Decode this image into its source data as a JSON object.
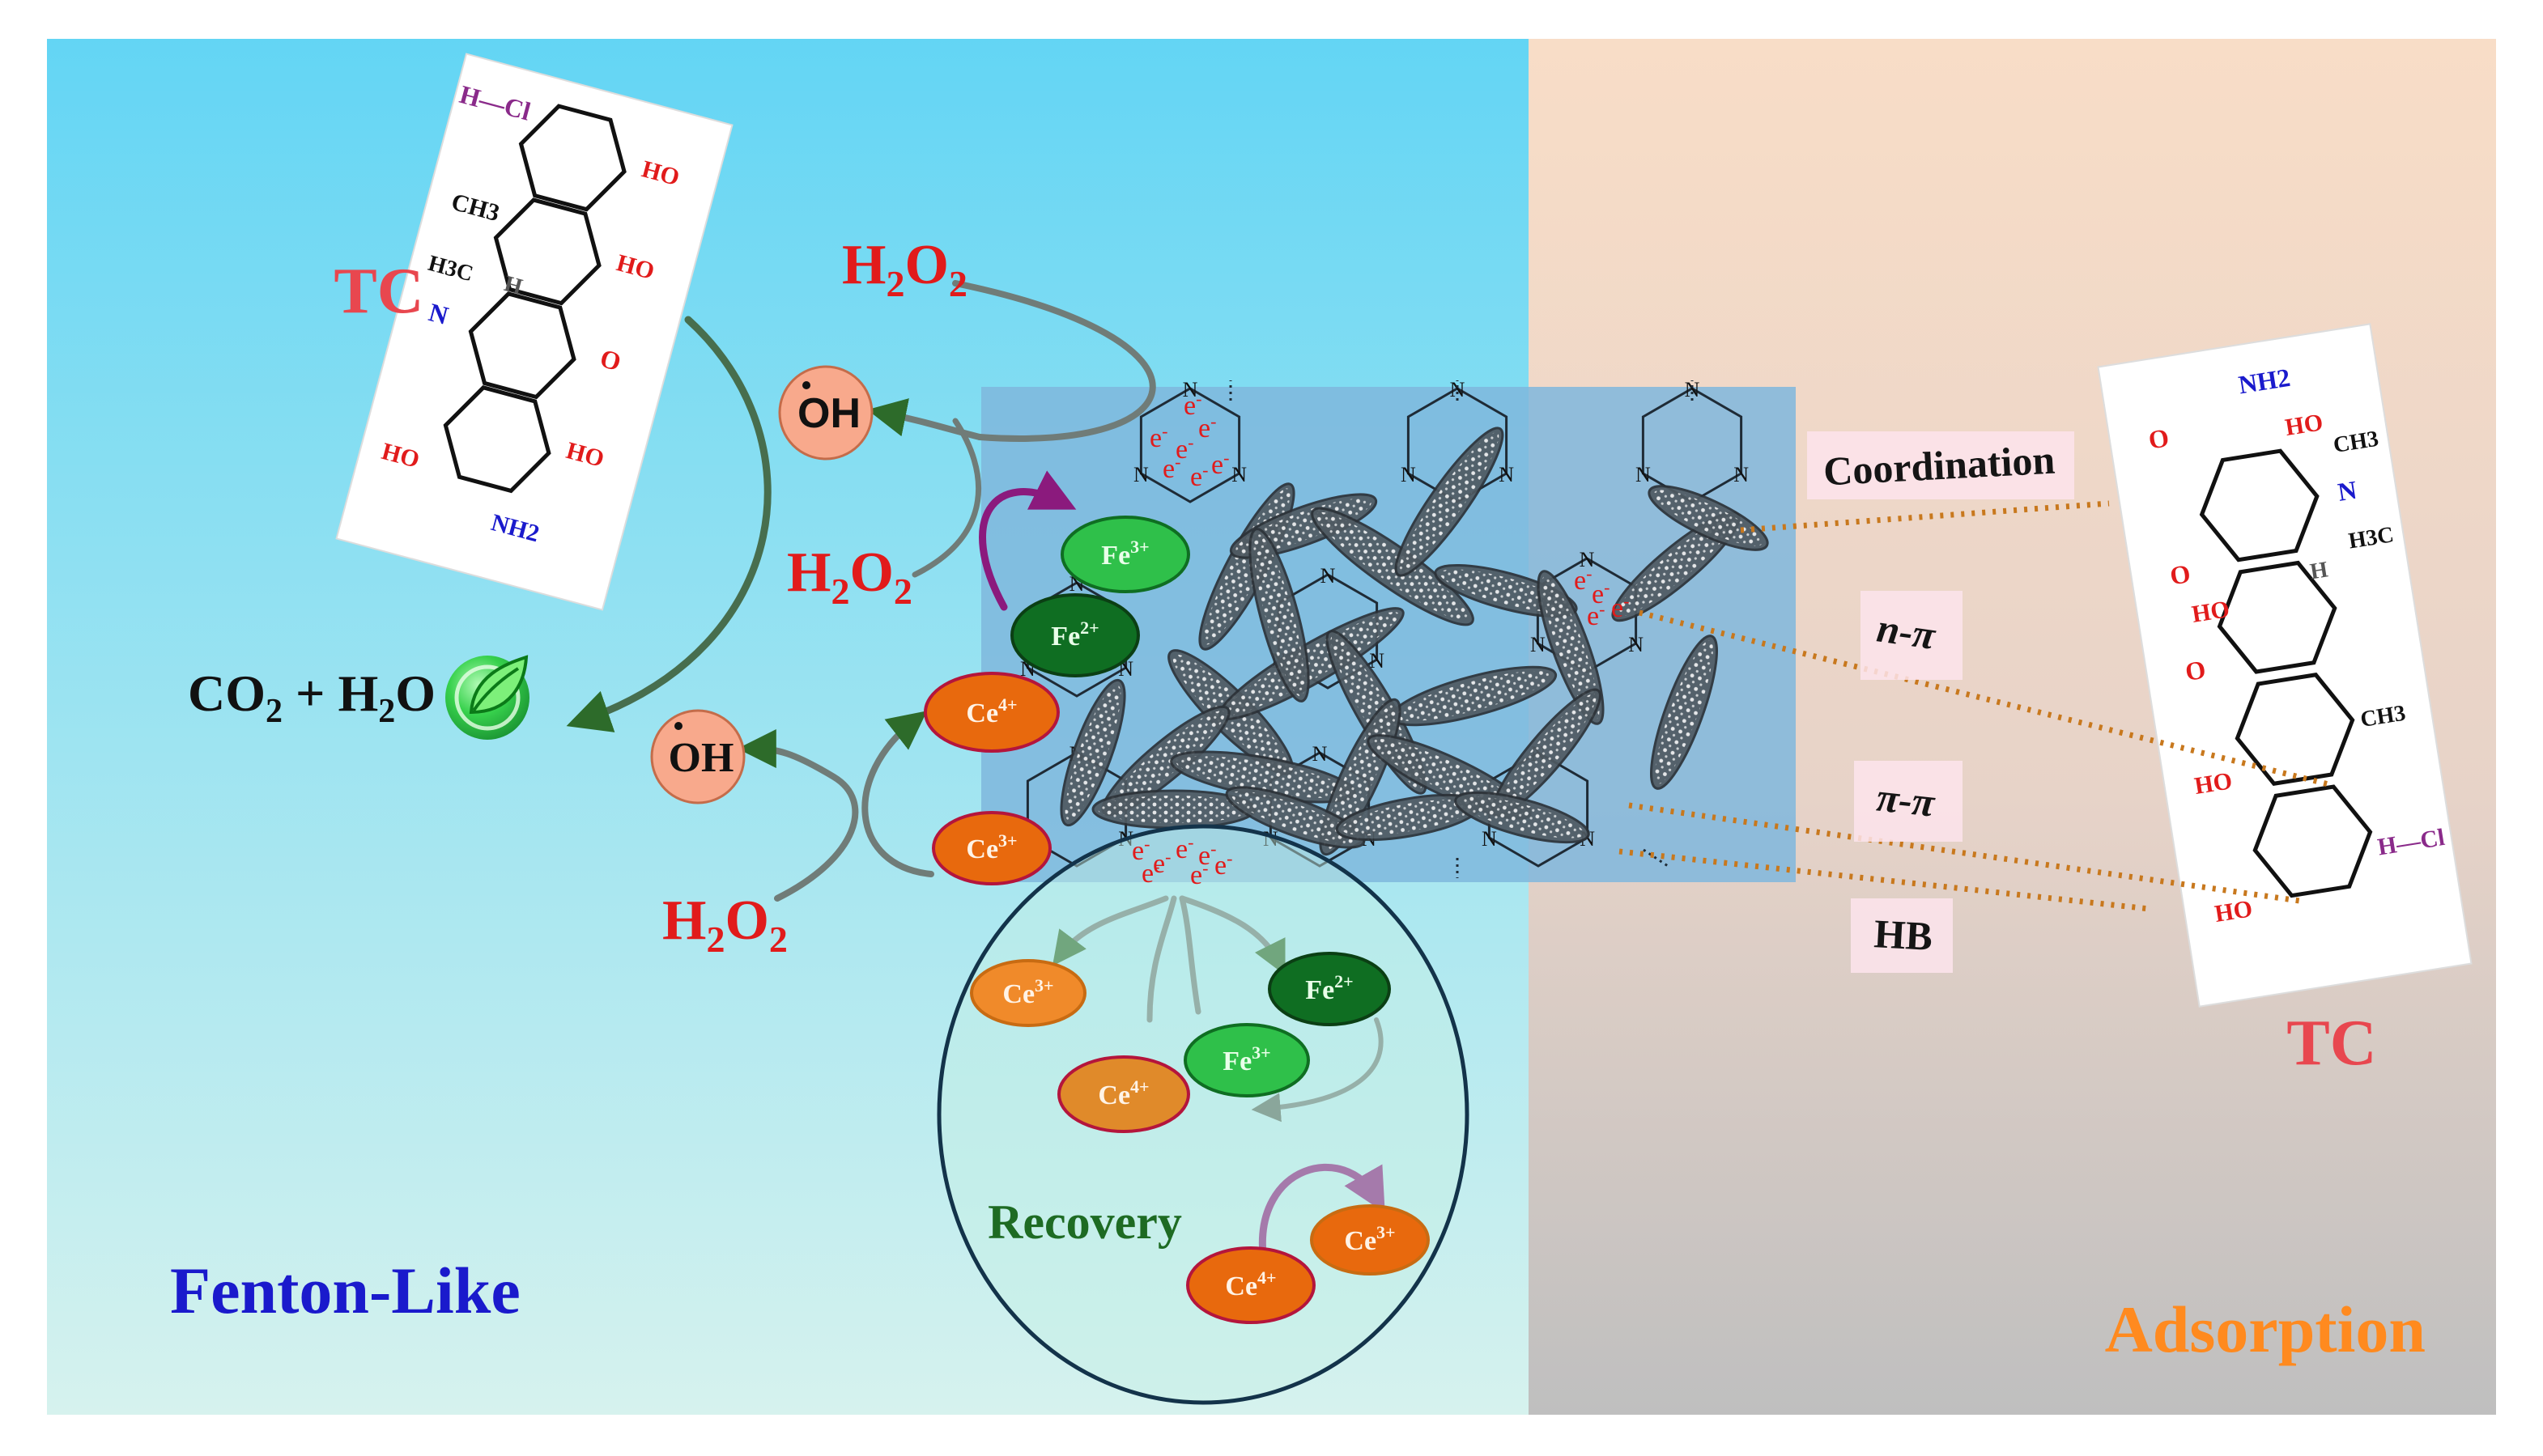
{
  "panels": {
    "left_label": "Fenton-Like",
    "right_label": "Adsorption"
  },
  "colors": {
    "left_bg_top": "#67d6f3",
    "left_bg_bottom": "#d3f1ee",
    "right_bg_top": "#f7dcc6",
    "right_bg_bottom": "#c2c2c2",
    "network_bg": "#7eb7dd",
    "fenton_label": "#1a1acc",
    "adsorption_label": "#ff8a1f",
    "tc_label": "#e8474f",
    "h2o2": "#e11b1b",
    "oh_radical_fill": "#f8a98c",
    "fe3": "#2fc04a",
    "fe2": "#0f6e22",
    "ce4": "#e8690d",
    "ce3": "#f08a2a",
    "recovery": "#1e6b23",
    "arrow_gray": "#707c78",
    "arrow_purple": "#8b1a7d",
    "dotted_orange": "#c8781d"
  },
  "labels": {
    "tc_left": "TC",
    "tc_right": "TC",
    "h2o2": "H2O2",
    "oh_radical": "OH",
    "products": "CO2 + H2O",
    "recovery": "Recovery",
    "electron": "e"
  },
  "ions": {
    "fe3": "Fe3+",
    "fe2": "Fe2+",
    "ce4": "Ce4+",
    "ce3": "Ce3+"
  },
  "interactions": [
    "Coordination",
    "n-π",
    "π-π",
    "HB"
  ],
  "molecule_labels": {
    "hcl": "H—Cl",
    "ch3": "CH3",
    "oh": "HO",
    "n": "N",
    "nh2": "NH2",
    "o": "O",
    "h3c": "H3C",
    "h": "H"
  }
}
